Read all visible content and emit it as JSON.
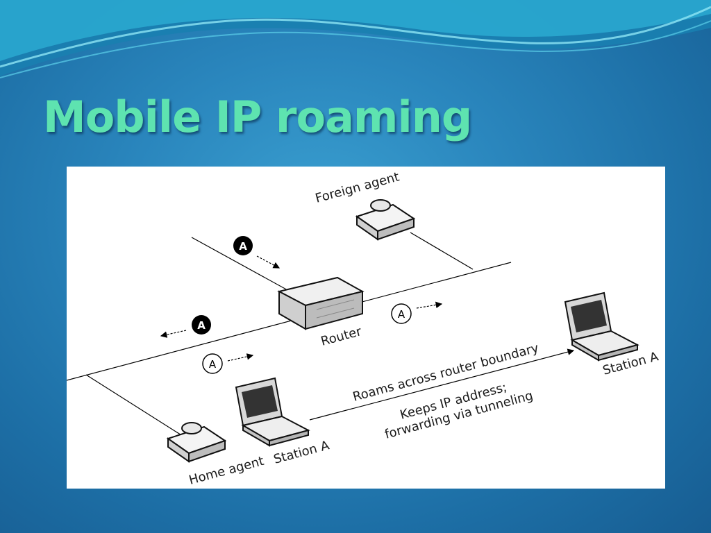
{
  "slide": {
    "title": "Mobile IP roaming"
  },
  "diagram": {
    "labels": {
      "foreign_agent": "Foreign agent",
      "router": "Router",
      "home_agent": "Home agent",
      "station_a_home": "Station A",
      "station_a_foreign": "Station A",
      "roam_line1": "Roams across router boundary",
      "roam_line2": "Keeps IP address;",
      "roam_line3": "forwarding via tunneling"
    },
    "packet_marker": "A",
    "colors": {
      "background_blue": "#2a86bd",
      "title_green": "#5ee3b0",
      "panel": "#ffffff"
    }
  }
}
